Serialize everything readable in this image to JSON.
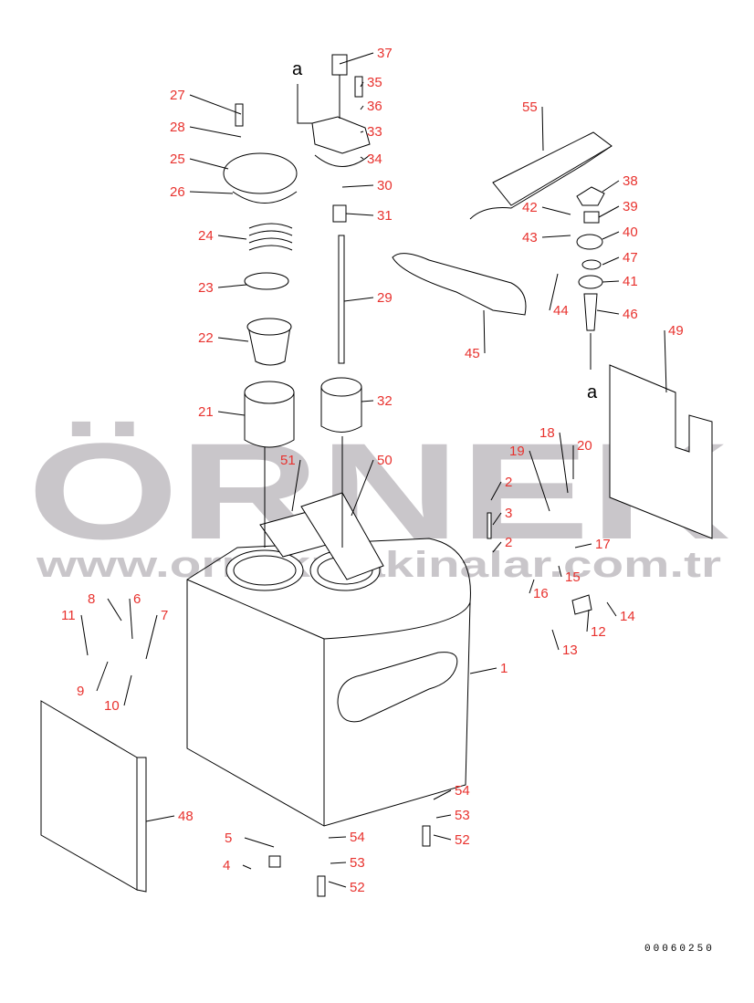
{
  "diagram": {
    "title_code": "00060250",
    "watermark": {
      "brand": "ÖRNEK",
      "url": "www.ornekmakinalar.com.tr"
    },
    "arrow_marker": "a",
    "label_color": "#e8322e",
    "part_labels": [
      "37",
      "35",
      "36",
      "33",
      "34",
      "27",
      "28",
      "25",
      "26",
      "30",
      "31",
      "24",
      "23",
      "29",
      "22",
      "21",
      "32",
      "55",
      "38",
      "42",
      "39",
      "43",
      "40",
      "47",
      "41",
      "44",
      "46",
      "45",
      "49",
      "19",
      "18",
      "20",
      "51",
      "50",
      "2",
      "3",
      "2",
      "17",
      "15",
      "16",
      "14",
      "12",
      "13",
      "1",
      "8",
      "6",
      "11",
      "7",
      "9",
      "10",
      "48",
      "54",
      "53",
      "52",
      "5",
      "54",
      "53",
      "4",
      "52"
    ]
  }
}
